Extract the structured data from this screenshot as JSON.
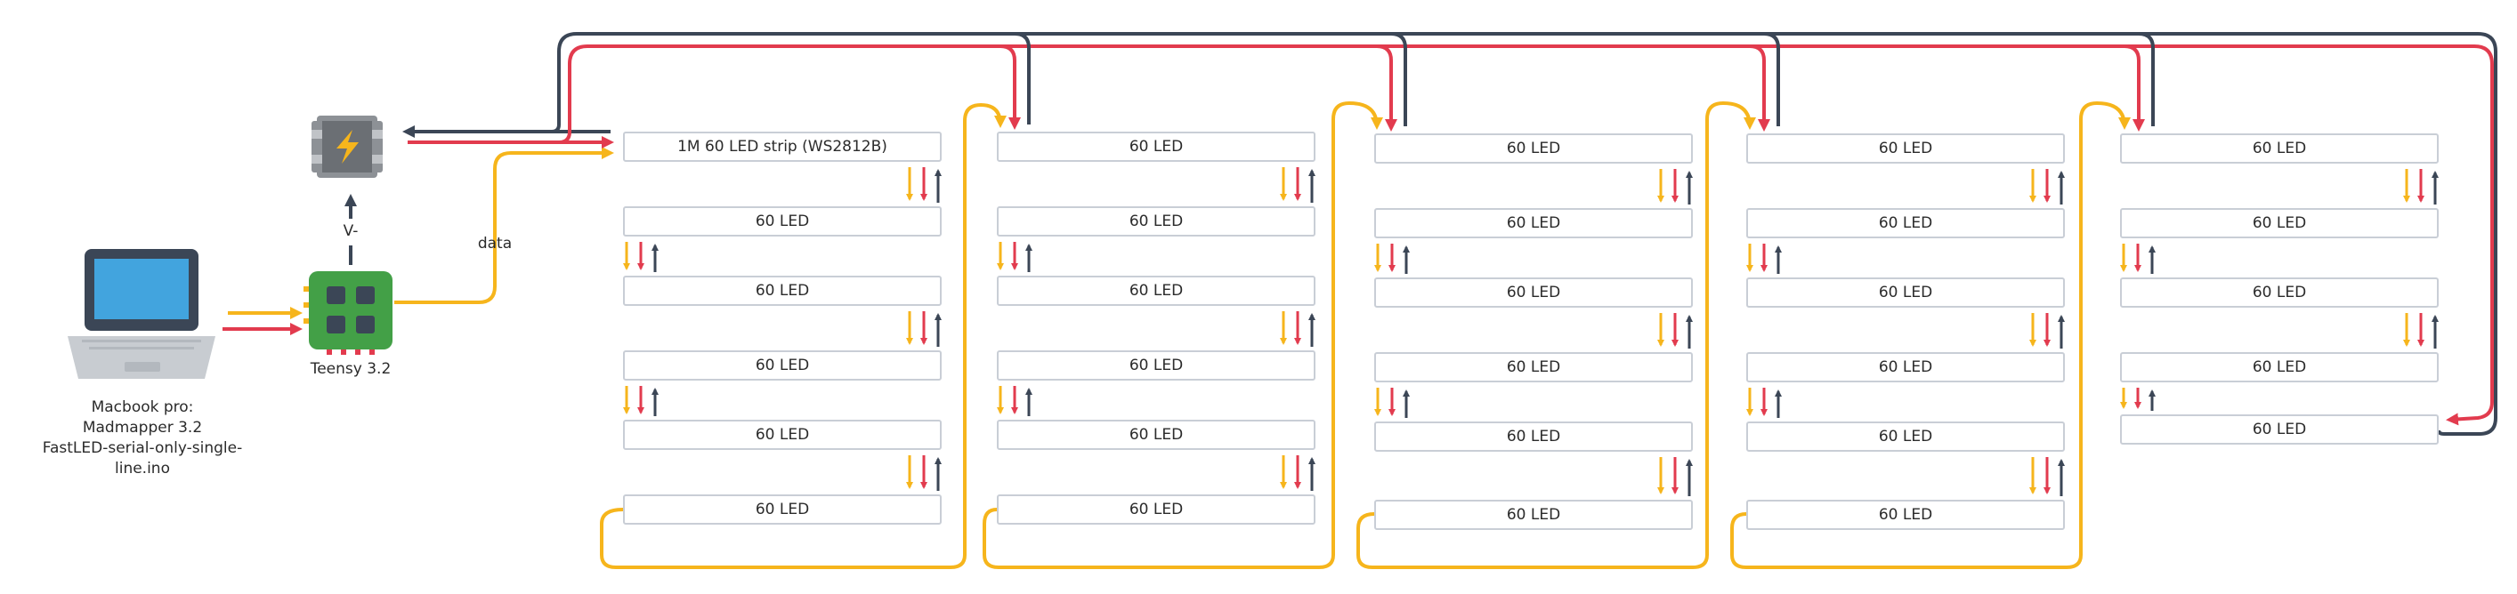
{
  "colors": {
    "yellow": "#f6b51c",
    "red": "#e23b4e",
    "dark": "#3b4656",
    "box_border": "#c9ced6",
    "laptop_screen": "#42a4de",
    "teensy_green": "#43a047",
    "psu_body": "#8d9196",
    "psu_bolt": "#f6b51c"
  },
  "icons": {
    "laptop": "laptop-icon",
    "power_supply": "power-supply-icon",
    "teensy": "teensy-board-icon"
  },
  "labels": {
    "macbook": [
      "Macbook pro:",
      "Madmapper 3.2",
      "FastLED-serial-only-single-line.ino"
    ],
    "teensy": "Teensy 3.2",
    "data": "data",
    "v_minus": "V-"
  },
  "strips": [
    [
      "1M 60 LED strip (WS2812B)",
      "60 LED",
      "60 LED",
      "60 LED",
      "60 LED",
      "60 LED"
    ],
    [
      "60 LED",
      "60 LED",
      "60 LED",
      "60 LED",
      "60 LED",
      "60 LED"
    ],
    [
      "60 LED",
      "60 LED",
      "60 LED",
      "60 LED",
      "60 LED",
      "60 LED"
    ],
    [
      "60 LED",
      "60 LED",
      "60 LED",
      "60 LED",
      "60 LED",
      "60 LED"
    ],
    [
      "60 LED",
      "60 LED",
      "60 LED",
      "60 LED",
      "60 LED"
    ]
  ]
}
